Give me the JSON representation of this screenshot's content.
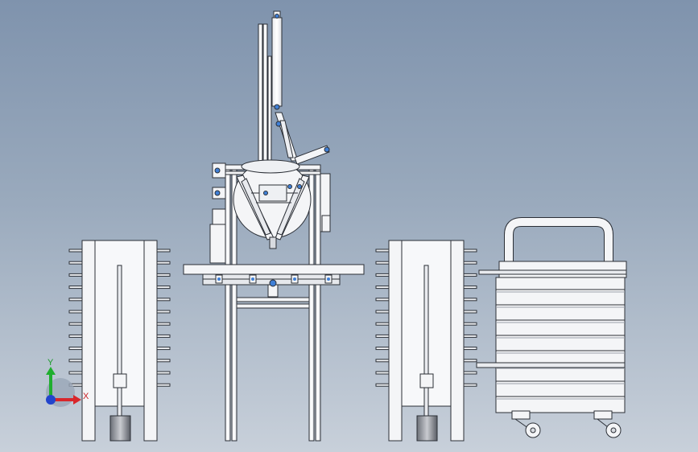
{
  "viewport": {
    "background_top": "#7f93ad",
    "background_bottom": "#c8d0da",
    "part_fill": "#f4f5f7",
    "part_stroke": "#2b2f36",
    "accent_blue": "#3f7fd6"
  },
  "triad": {
    "y_label": "Y",
    "x_label": "X",
    "y_color": "#1fae2f",
    "x_color": "#d8262b",
    "z_color": "#2244cc"
  },
  "components": {
    "left_rack": {
      "pins_per_side": 12
    },
    "right_rack": {
      "pins_per_side": 12
    },
    "cart": {
      "shelf_count": 8,
      "wheel_count": 2
    },
    "delta_robot": {
      "arm_count": 3
    }
  }
}
